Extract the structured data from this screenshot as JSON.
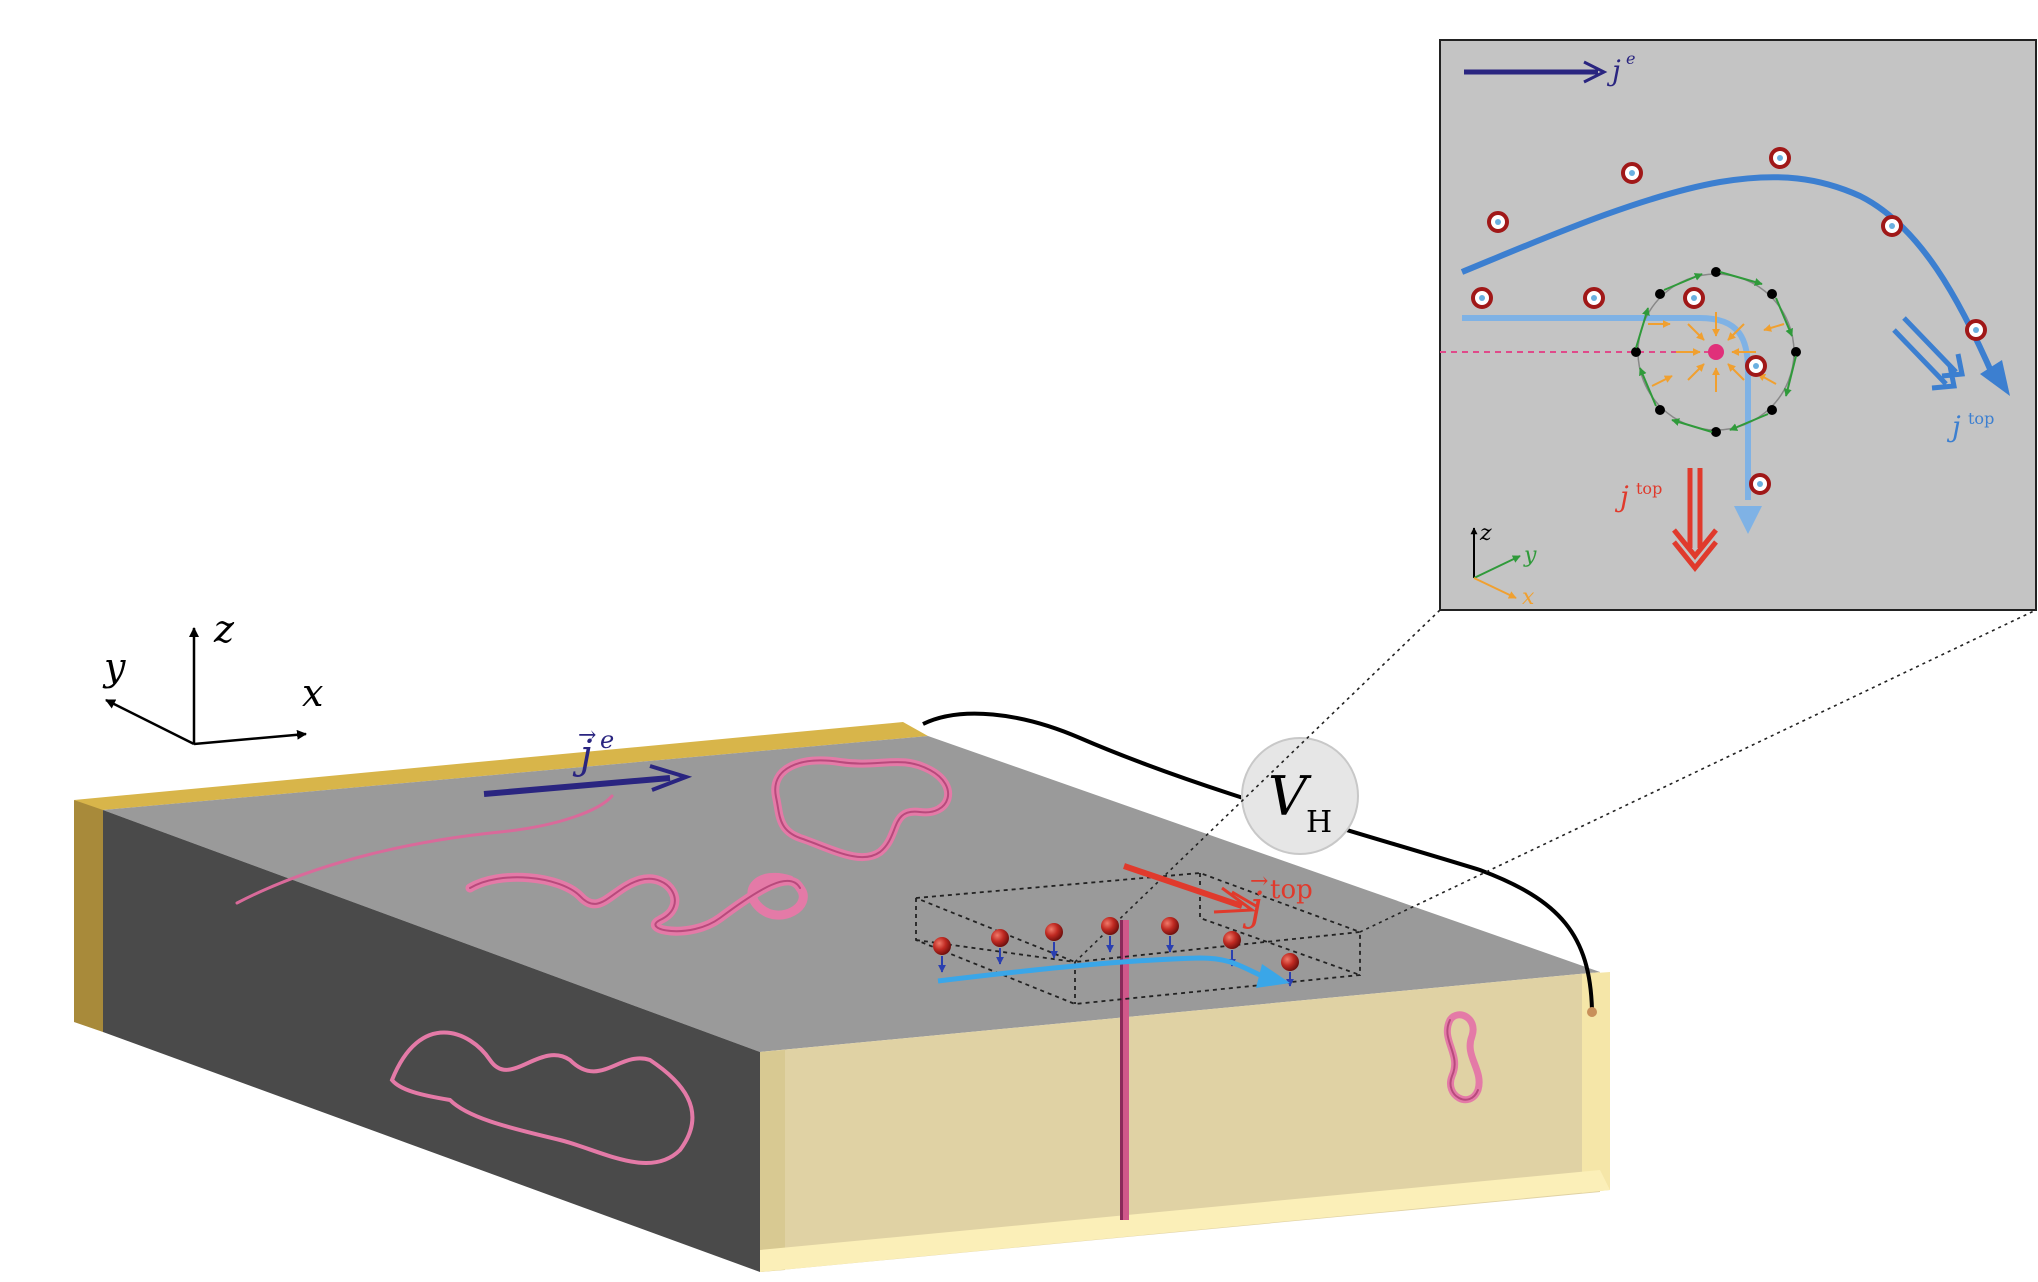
{
  "main_axes": {
    "x": "x",
    "y": "y",
    "z": "z"
  },
  "inset_axes": {
    "x": "x",
    "y": "y",
    "z": "z"
  },
  "labels": {
    "je_symbol": "j",
    "je_sup": "e",
    "jtop_symbol": "j",
    "jtop_sup": "top",
    "hall_voltage": "V",
    "hall_sub": "H"
  },
  "colors": {
    "top_surface": "#9a9a9a",
    "left_face": "#4a4a4a",
    "front_face": "#e0d2a4",
    "gold_contact": "#d8b54a",
    "je_arrow": "#2a2580",
    "jtop_red": "#e03a2c",
    "jtop_blue": "#3c7fd0",
    "jtop_light_blue": "#7fb2e5",
    "defect_pink": "#d96a9a",
    "inset_background": "#c4c4c4",
    "inset_green": "#2f9a3a",
    "inset_orange": "#f0a030"
  },
  "icons": [
    "spin-sphere-icon",
    "skyrmion-defect-icon",
    "vortex-loop-icon"
  ]
}
